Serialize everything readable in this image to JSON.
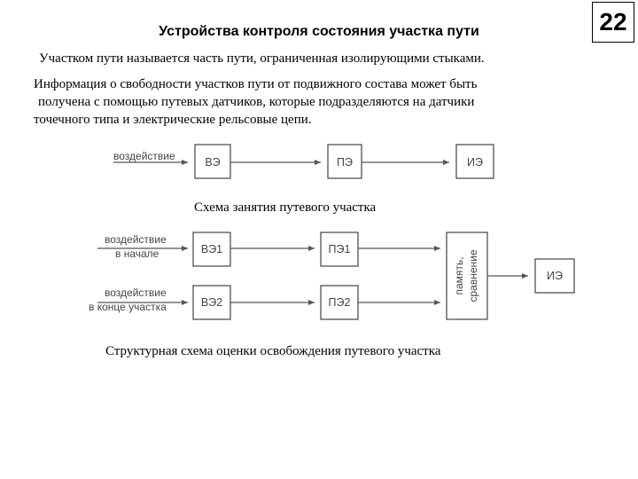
{
  "title": "Устройства контроля состояния участка пути",
  "page_number": "22",
  "paragraph1": "Участком пути называется часть пути, ограниченная изолирующими стыками.",
  "paragraph2": {
    "line1": "Информация о свободности участков пути от подвижного состава может быть",
    "line2": "получена с помощью путевых датчиков, которые подразделяются на датчики",
    "line3": "точечного типа и электрические рельсовые цепи."
  },
  "diagram1": {
    "input_label": "воздействие",
    "blocks": [
      "ВЭ",
      "ПЭ",
      "ИЭ"
    ],
    "caption": "Схема занятия путевого участка"
  },
  "diagram2": {
    "input1_line1": "воздействие",
    "input1_line2": "в начале",
    "input2_line1": "воздействие",
    "input2_line2": "в конце участка",
    "blocks_row1": [
      "ВЭ1",
      "ПЭ1"
    ],
    "blocks_row2": [
      "ВЭ2",
      "ПЭ2"
    ],
    "memory_line1": "память,",
    "memory_line2": "сравнение",
    "output_block": "ИЭ",
    "caption": "Структурная схема оценки освобождения путевого участка"
  }
}
